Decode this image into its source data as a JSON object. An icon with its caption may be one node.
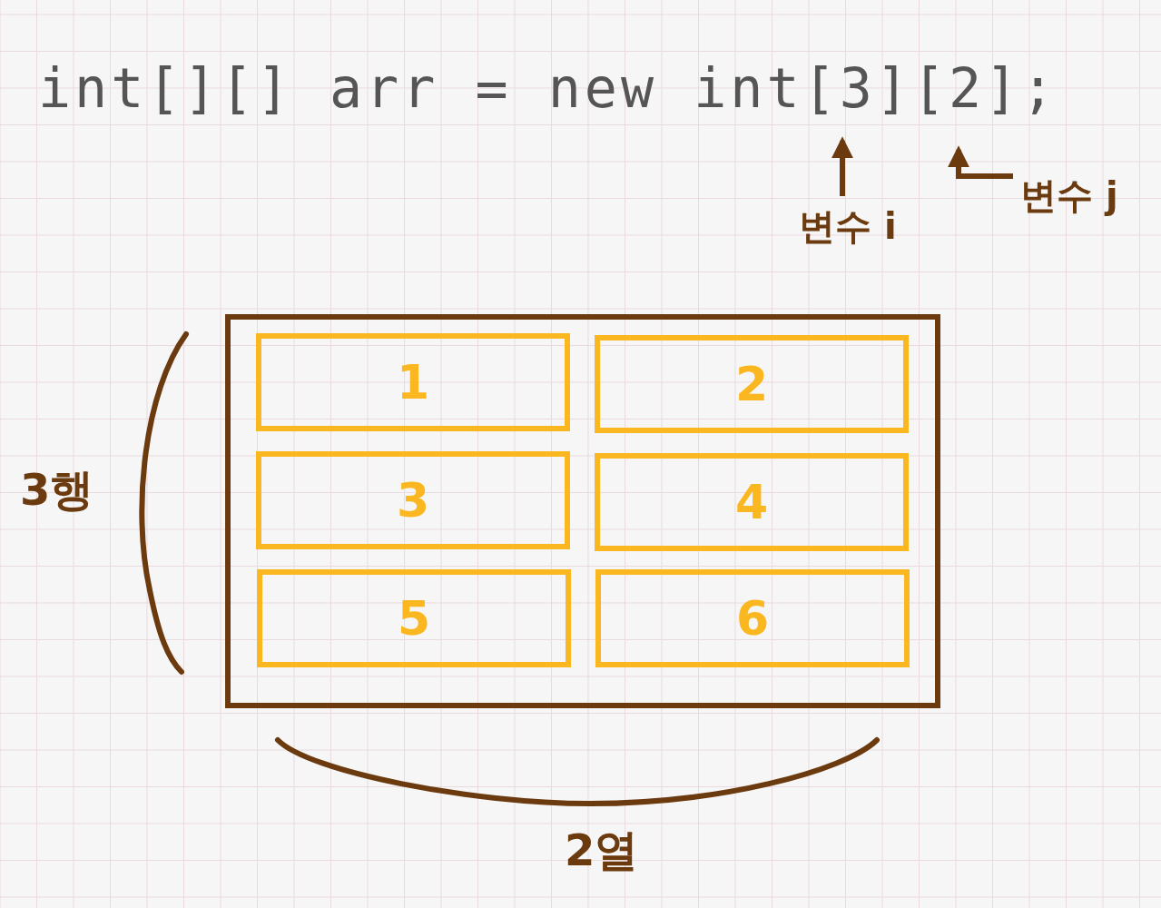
{
  "diagram": {
    "title": "int[][] arr = new int[3][2];",
    "nodes": [
      {
        "text": [],
        "shape": "box"
      },
      {
        "text": [
          "1"
        ],
        "in": 0
      },
      {
        "text": [
          "2"
        ],
        "in": 0
      },
      {
        "text": [
          "3"
        ],
        "in": 0
      },
      {
        "text": [
          "4"
        ],
        "in": 0
      },
      {
        "text": [
          "5"
        ],
        "in": 0
      },
      {
        "text": [
          "6"
        ],
        "in": 0
      },
      {
        "text": [
          "변수 i"
        ]
      },
      {
        "text": [
          "변수 j"
        ]
      }
    ],
    "edges": [
      {
        "from": 7,
        "to": null,
        "arrow": "to"
      },
      {
        "from": 8,
        "to": null,
        "arrow": "to"
      }
    ],
    "labels": [
      "3행",
      "2열"
    ]
  }
}
